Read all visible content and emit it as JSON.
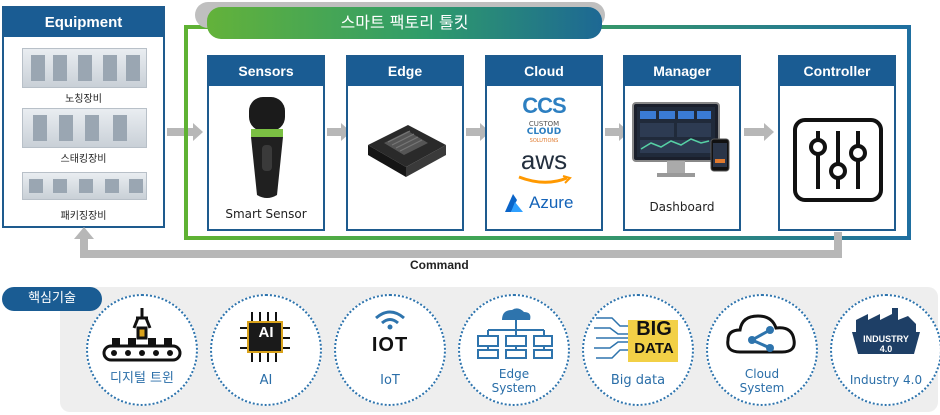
{
  "equipment": {
    "title": "Equipment",
    "items": [
      {
        "label": "노칭장비"
      },
      {
        "label": "스태킹장비"
      },
      {
        "label": "패키징장비"
      }
    ]
  },
  "toolkit": {
    "title": "스마트 팩토리 툴킷",
    "components": [
      {
        "title": "Sensors",
        "caption": "Smart Sensor"
      },
      {
        "title": "Edge",
        "caption": ""
      },
      {
        "title": "Cloud",
        "caption": ""
      },
      {
        "title": "Manager",
        "caption": "Dashboard"
      },
      {
        "title": "Controller",
        "caption": ""
      }
    ],
    "cloud_logos": {
      "ccs": "CCS",
      "ccs_line1": "CUSTOM",
      "ccs_line2": "CLOUD",
      "ccs_line3": "SOLUTIONS",
      "aws": "aws",
      "azure": "Azure"
    }
  },
  "command_label": "Command",
  "core": {
    "title": "핵심기술",
    "items": [
      {
        "label": "디지털 트윈",
        "icon": "robot-arm-conveyor-icon"
      },
      {
        "label": "AI",
        "icon": "ai-chip-icon",
        "badge": "AI"
      },
      {
        "label": "IoT",
        "icon": "iot-wifi-icon",
        "badge": "IOT"
      },
      {
        "label": "Edge\nSystem",
        "label1": "Edge",
        "label2": "System",
        "icon": "edge-network-icon"
      },
      {
        "label": "Big data",
        "icon": "big-data-icon",
        "badge1": "BIG",
        "badge2": "DATA"
      },
      {
        "label": "Cloud\nSystem",
        "label1": "Cloud",
        "label2": "System",
        "icon": "cloud-share-icon"
      },
      {
        "label": "Industry 4.0",
        "icon": "industry-badge-icon",
        "badge1": "INDUSTRY",
        "badge2": "4.0"
      }
    ]
  },
  "colors": {
    "primary": "#1a5c93",
    "green": "#5fb233",
    "gray_arrow": "#b7b7b7",
    "tech_text": "#2a6ea8"
  }
}
